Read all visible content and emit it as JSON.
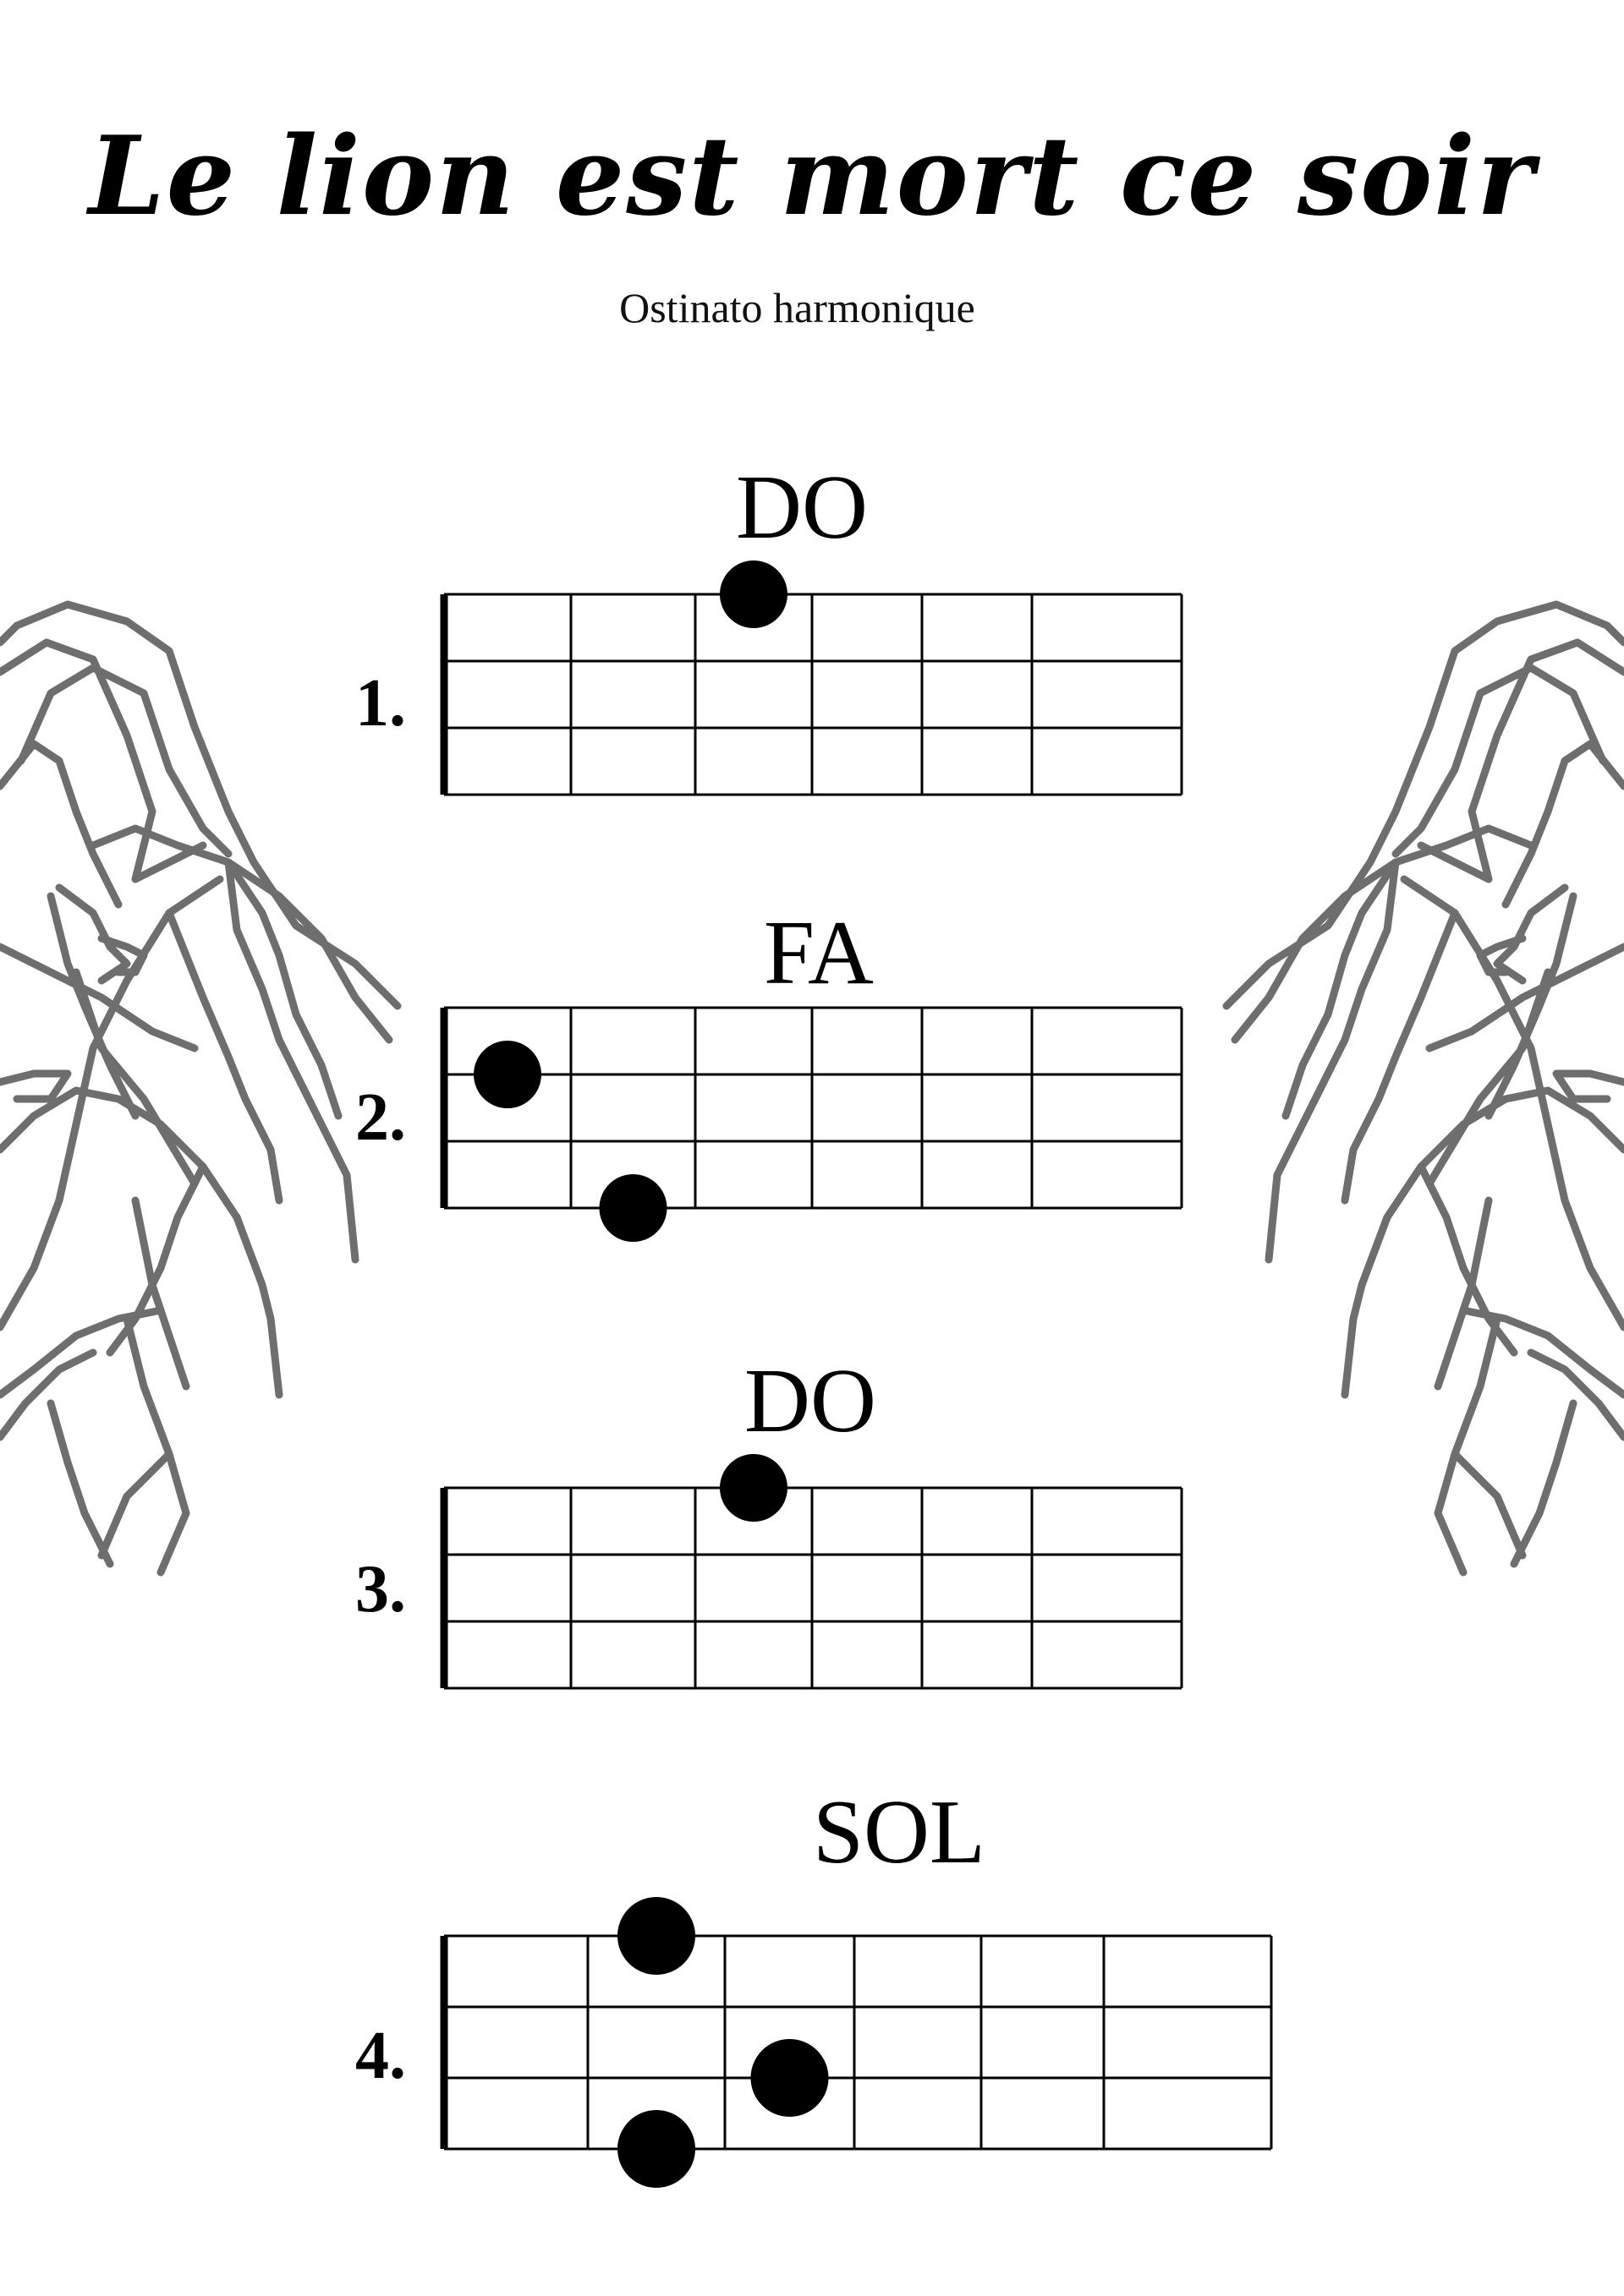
{
  "title": "Le lion est mort ce soir",
  "subtitle": "Ostinato harmonique",
  "decoration": {
    "left": "lion-head-outline",
    "right": "lion-head-outline",
    "color": "#6e6e6e"
  },
  "chords": [
    {
      "number": "1.",
      "name": "DO",
      "dots": [
        {
          "string": 0,
          "fret": 2
        }
      ]
    },
    {
      "number": "2.",
      "name": "FA",
      "dots": [
        {
          "string": 1,
          "fret": 0
        },
        {
          "string": 3,
          "fret": 1
        }
      ]
    },
    {
      "number": "3.",
      "name": "DO",
      "dots": [
        {
          "string": 0,
          "fret": 2
        }
      ]
    },
    {
      "number": "4.",
      "name": "SOL",
      "dots": [
        {
          "string": 0,
          "fret": 1
        },
        {
          "string": 2,
          "fret": 2
        },
        {
          "string": 3,
          "fret": 1
        }
      ]
    }
  ]
}
